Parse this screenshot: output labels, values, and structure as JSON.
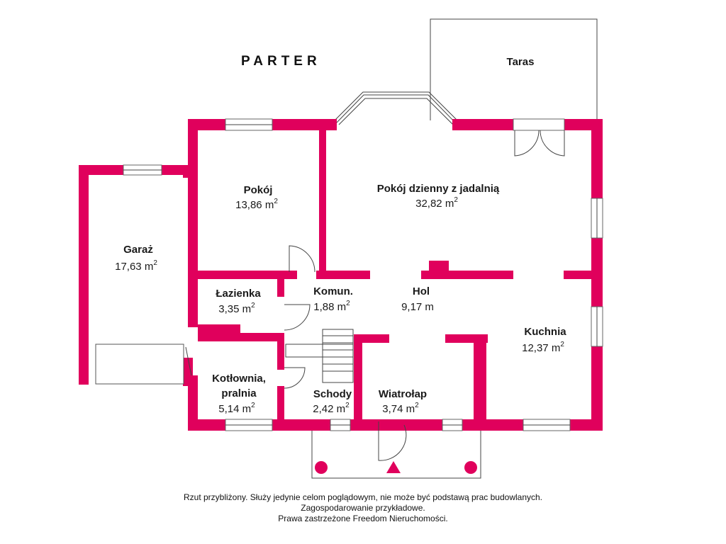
{
  "title": "PARTER",
  "terrace": "Taras",
  "rooms": {
    "pokoj": {
      "name": "Pokój",
      "area": "13,86 m",
      "sup": "2"
    },
    "dzienny": {
      "name": "Pokój dzienny z jadalnią",
      "area": "32,82 m",
      "sup": "2"
    },
    "garaz": {
      "name": "Garaż",
      "area": "17,63 m",
      "sup": "2"
    },
    "lazienka": {
      "name": "Łazienka",
      "area": "3,35 m",
      "sup": "2"
    },
    "komun": {
      "name": "Komun.",
      "area": "1,88 m",
      "sup": "2"
    },
    "hol": {
      "name": "Hol",
      "area": "9,17 m"
    },
    "kuchnia": {
      "name": "Kuchnia",
      "area": "12,37 m",
      "sup": "2"
    },
    "kotlownia": {
      "name_line1": "Kotłownia,",
      "name_line2": "pralnia",
      "area": "5,14 m",
      "sup": "2"
    },
    "schody": {
      "name": "Schody",
      "area": "2,42 m",
      "sup": "2"
    },
    "wiatrolap": {
      "name": "Wiatrołap",
      "area": "3,74 m",
      "sup": "2"
    }
  },
  "footer": {
    "line1": "Rzut przybliżony. Służy jedynie celom poglądowym, nie może być podstawą prac budowlanych.",
    "line2": "Zagospodarowanie przykładowe.",
    "line3": "Prawa zastrzeżone Freedom Nieruchomości."
  },
  "colors": {
    "wall": "#e0005c"
  }
}
